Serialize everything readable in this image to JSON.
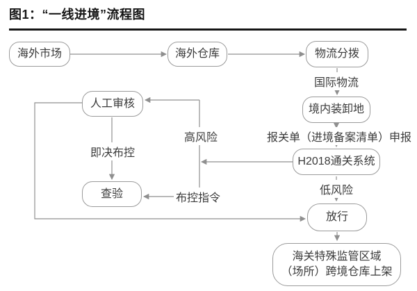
{
  "title": "图1：“一线进境”流程图",
  "colors": {
    "line": "#8f8f8f",
    "border": "#9a9a9a",
    "text": "#3a3a3a",
    "title": "#151515"
  },
  "flowchart": {
    "nodes": {
      "overseas_market": "海外市场",
      "overseas_warehouse": "海外仓库",
      "logistics_distribution": "物流分拨",
      "domestic_loading": "境内装卸地",
      "h2018_system": "H2018通关系统",
      "release": "放行",
      "bonded_warehouse_line1": "海关特殊监管区域",
      "bonded_warehouse_line2": "（场所）跨境仓库上架",
      "manual_review": "人工审核",
      "inspection": "查验"
    },
    "edge_labels": {
      "international_logistics": "国际物流",
      "declaration": "报关单（进境备案清单）申报",
      "low_risk": "低风险",
      "high_risk": "高风险",
      "control_order": "布控指令",
      "immediate_control": "即决布控"
    }
  }
}
